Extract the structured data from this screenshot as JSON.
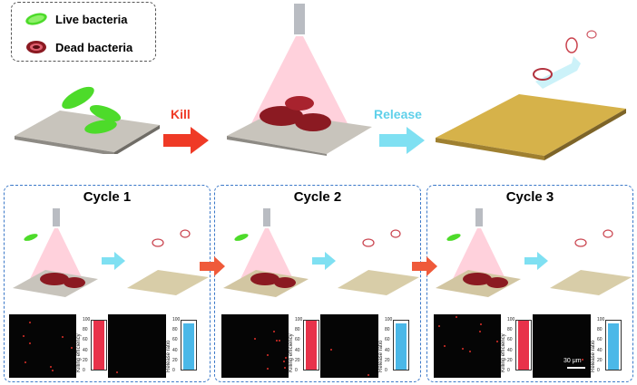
{
  "legend": {
    "live_label": "Live bacteria",
    "dead_label": "Dead  bacteria"
  },
  "process": {
    "kill_label": "Kill",
    "release_label": "Release"
  },
  "cycles": [
    {
      "title": "Cycle 1",
      "killing_label": "Killing efficiency",
      "release_label": "Release ratio",
      "killing_value": 100,
      "release_value": 95
    },
    {
      "title": "Cycle 2",
      "killing_label": "Killing efficiency",
      "release_label": "Release ratio",
      "killing_value": 100,
      "release_value": 95
    },
    {
      "title": "Cycle 3",
      "killing_label": "Killing efficiency",
      "release_label": "Release ratio",
      "killing_value": 100,
      "release_value": 95
    }
  ],
  "axis_ticks": [
    "100",
    "80",
    "60",
    "40",
    "20",
    "0"
  ],
  "scale_bar": "30 μm",
  "colors": {
    "live": "#4ddb2a",
    "dead": "#8b1a22",
    "kill_arrow": "#ef3a26",
    "release_arrow": "#7fe0f2",
    "cycle_border": "#3b78c8",
    "killing_bar": "#e8324a",
    "release_bar": "#4bb8e8"
  }
}
